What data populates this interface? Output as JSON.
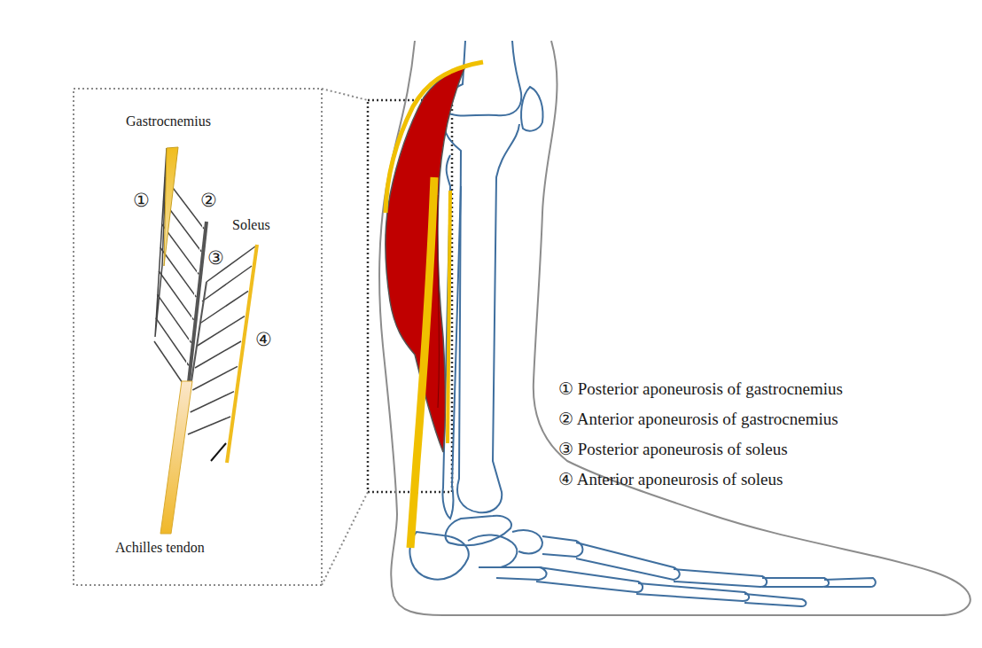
{
  "diagram": {
    "labels": [
      "Gastrocnemius",
      "①",
      "②",
      "Soleus",
      "③",
      "④",
      "Achilles tendon",
      "① Posterior aponeurosis of gastrocnemius",
      "② Anterior aponeurosis of gastrocnemius",
      "③ Posterior aponeurosis of soleus",
      "④ Anterior aponeurosis of soleus"
    ]
  }
}
